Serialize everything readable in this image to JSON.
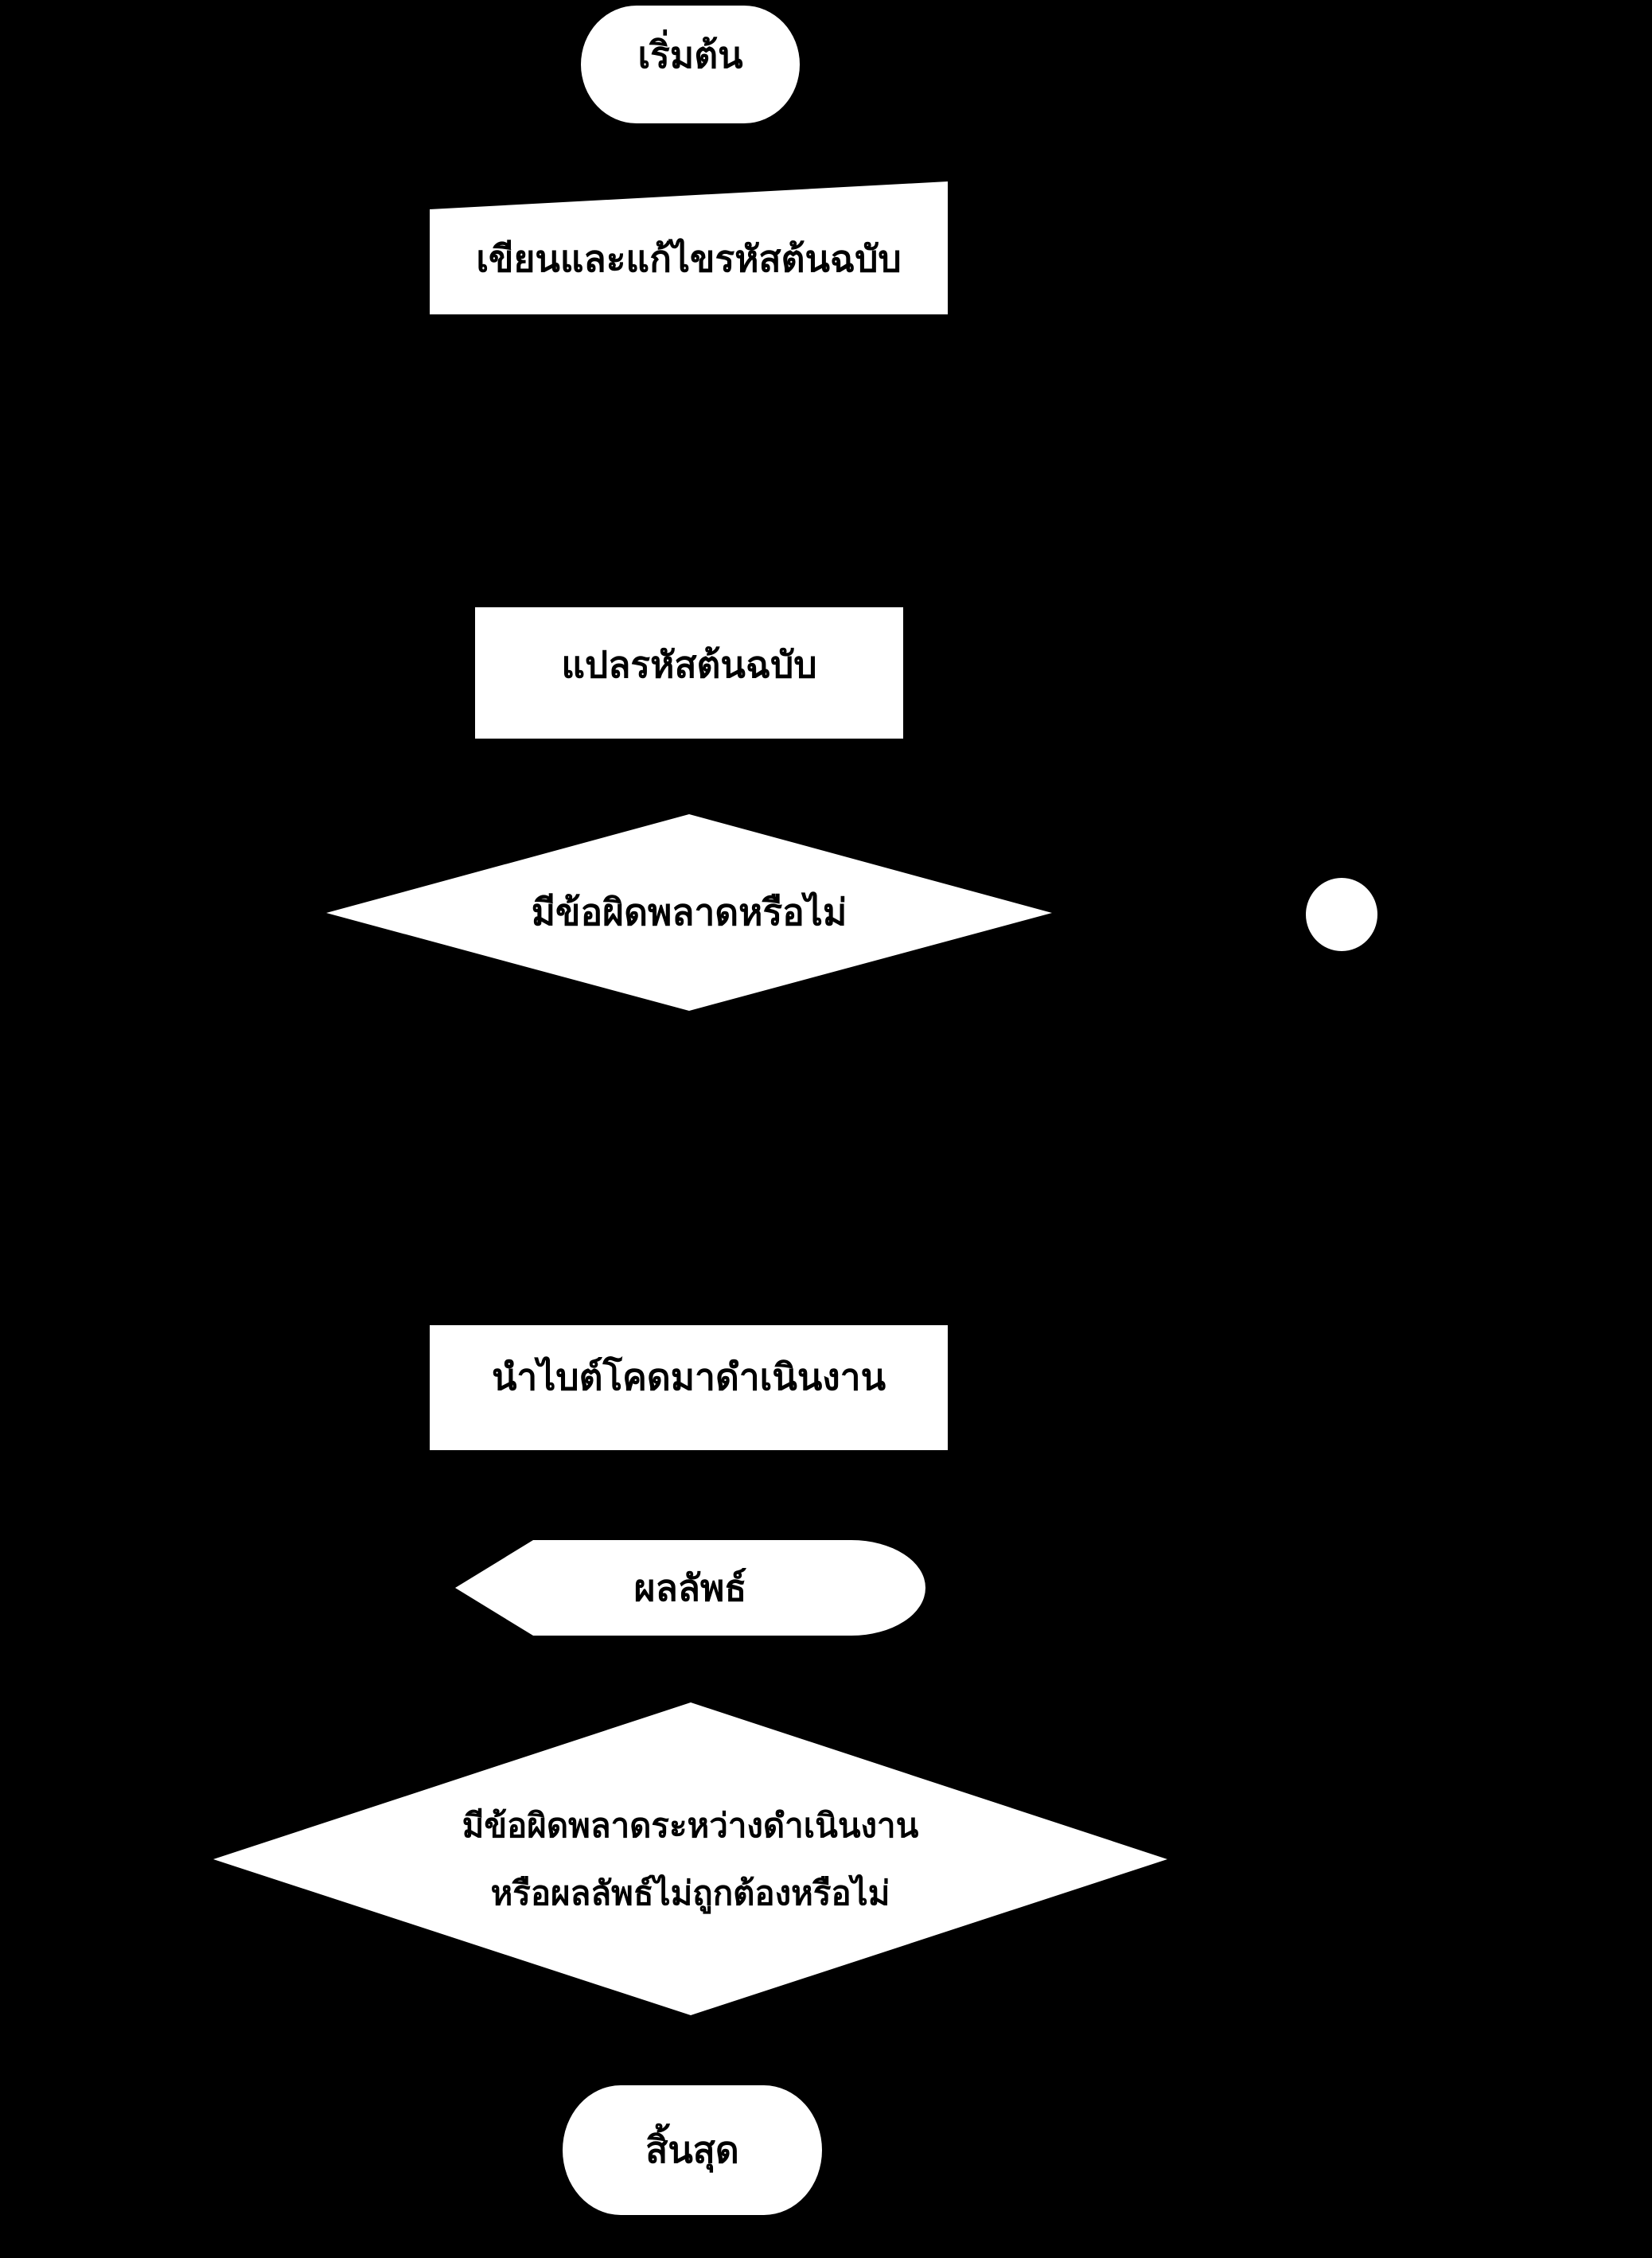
{
  "diagram": {
    "type": "flowchart",
    "background_color": "#000000",
    "shape_fill_color": "#ffffff",
    "text_color": "#000000",
    "nodes": [
      {
        "id": "start",
        "shape": "terminal",
        "label": "เริ่มต้น"
      },
      {
        "id": "write_code",
        "shape": "manual-input",
        "label": "เขียนและแก้ไขรหัสต้นฉบับ"
      },
      {
        "id": "compile",
        "shape": "process",
        "label": "แปลรหัสต้นฉบับ"
      },
      {
        "id": "check_errors",
        "shape": "decision",
        "label": "มีข้อผิดพลาดหรือไม่"
      },
      {
        "id": "connector",
        "shape": "connector",
        "label": ""
      },
      {
        "id": "run_bytecode",
        "shape": "process",
        "label": "นำไบต์โคดมาดำเนินงาน"
      },
      {
        "id": "output",
        "shape": "display",
        "label": "ผลลัพธ์"
      },
      {
        "id": "check_runtime",
        "shape": "decision",
        "label_lines": [
          "มีข้อผิดพลาดระหว่างดำเนินงาน",
          "หรือผลลัพธ์ไม่ถูกต้องหรือไม่"
        ]
      },
      {
        "id": "end",
        "shape": "terminal",
        "label": "สิ้นสุด"
      }
    ]
  }
}
